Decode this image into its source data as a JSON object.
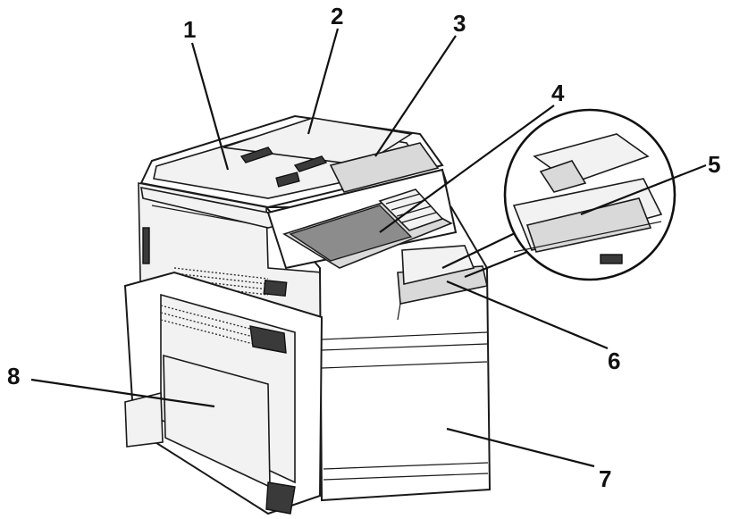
{
  "callouts": [
    {
      "number": "1"
    },
    {
      "number": "2"
    },
    {
      "number": "3"
    },
    {
      "number": "4"
    },
    {
      "number": "5"
    },
    {
      "number": "6"
    },
    {
      "number": "7"
    },
    {
      "number": "8"
    }
  ],
  "colors": {
    "outline": "#1a1a1a",
    "panel": "#3a3a3a",
    "body": "#ffffff",
    "shade": "#d9d9d9"
  }
}
